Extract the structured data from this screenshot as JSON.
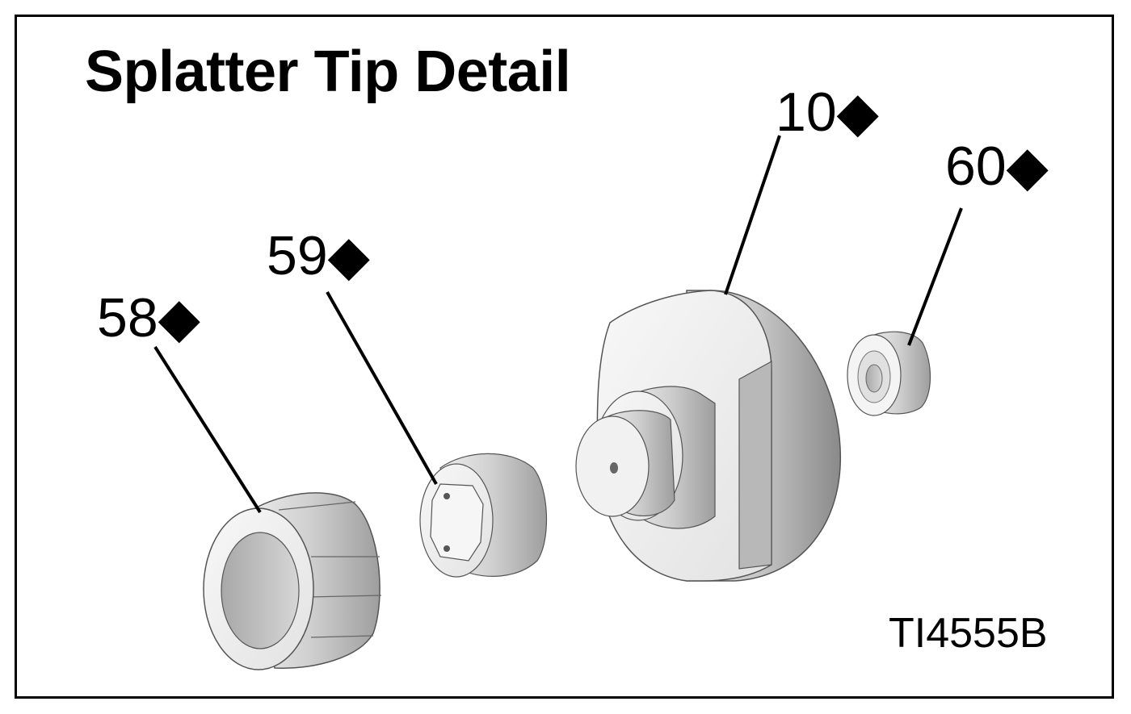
{
  "diagram": {
    "title": "Splatter Tip Detail",
    "figure_id": "TI4555B",
    "callouts": [
      {
        "id": "c10",
        "label": "10◆"
      },
      {
        "id": "c60",
        "label": "60◆"
      },
      {
        "id": "c59",
        "label": "59◆"
      },
      {
        "id": "c58",
        "label": "58◆"
      }
    ],
    "parts": [
      {
        "label_ref": "58",
        "icon": "nut-icon"
      },
      {
        "label_ref": "59",
        "icon": "tip-insert-icon"
      },
      {
        "label_ref": "10",
        "icon": "tip-housing-icon"
      },
      {
        "label_ref": "60",
        "icon": "seal-ring-icon"
      }
    ]
  }
}
